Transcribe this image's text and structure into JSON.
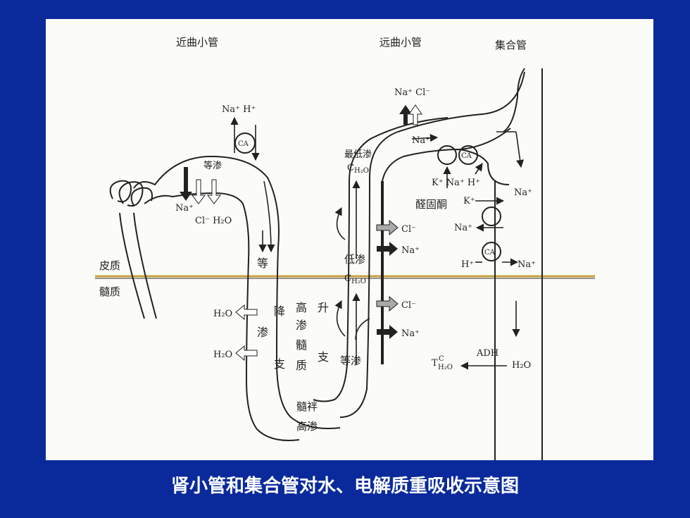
{
  "labels": {
    "proximal": "近曲小管",
    "distal": "远曲小管",
    "collecting": "集合管",
    "cortex": "皮质",
    "medulla": "髓质",
    "top_ions": "Na⁺ Cl⁻",
    "pt_ions": "Na⁺ H⁺",
    "ca": "CA",
    "isoosmotic": "等渗",
    "pt_na": "Na⁺",
    "pt_cl_h2o": "Cl⁻ H₂O",
    "min_osm": "最低渗",
    "ch2o": "C",
    "ch2o_sub": "H₂O",
    "dct_na": "Na⁺",
    "k_na_h": "K⁺ Na⁺ H⁺",
    "aldosterone": "醛固酮",
    "k_plus": "K⁺",
    "na_plus": "Na⁺",
    "cl_minus": "Cl⁻",
    "hypoosmotic": "低渗",
    "h_plus": "H⁺",
    "h2o": "H₂O",
    "h2o_sub": "₂",
    "desc_1": "等",
    "desc_2": "渗",
    "desc_3": "降",
    "desc_4": "支",
    "med_1": "高",
    "med_2": "渗",
    "med_3": "髓",
    "med_4": "质",
    "asc_1": "升",
    "asc_2": "支",
    "bottom_iso": "等渗",
    "tch2o": "T",
    "tch2o_sup": "C",
    "tch2o_sub": "H₂O",
    "adh": "ADH",
    "loop_1": "髓袢",
    "loop_2": "高渗"
  },
  "caption": "肾小管和集合管对水、电解质重吸收示意图",
  "colors": {
    "background": "#0a2a9c",
    "panel": "#fbfbf7",
    "boundary": "#c8a040",
    "ink": "#222222"
  }
}
